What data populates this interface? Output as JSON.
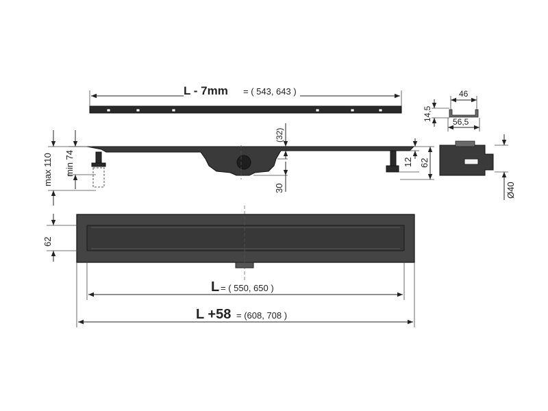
{
  "grate": {
    "label_main": "L - 7mm",
    "label_values": "= ( 543, 643 )"
  },
  "profile": {
    "h_32": "(32)",
    "h_12": "12",
    "h_62": "62",
    "h_30": "30",
    "max_110": "max 110",
    "min_74": "min 74"
  },
  "section": {
    "w_46": "46",
    "h_14_5": "14,5",
    "w_56_5": "56,5"
  },
  "end_view": {
    "dia_40": "Ø40"
  },
  "plan": {
    "h_62": "62",
    "l_main": "L",
    "l_values": "= ( 550, 650 )",
    "l58_main": "L +58",
    "l58_values": "= (608, 708 )"
  },
  "colors": {
    "ink": "#222222",
    "body": "#3a3a3a"
  }
}
